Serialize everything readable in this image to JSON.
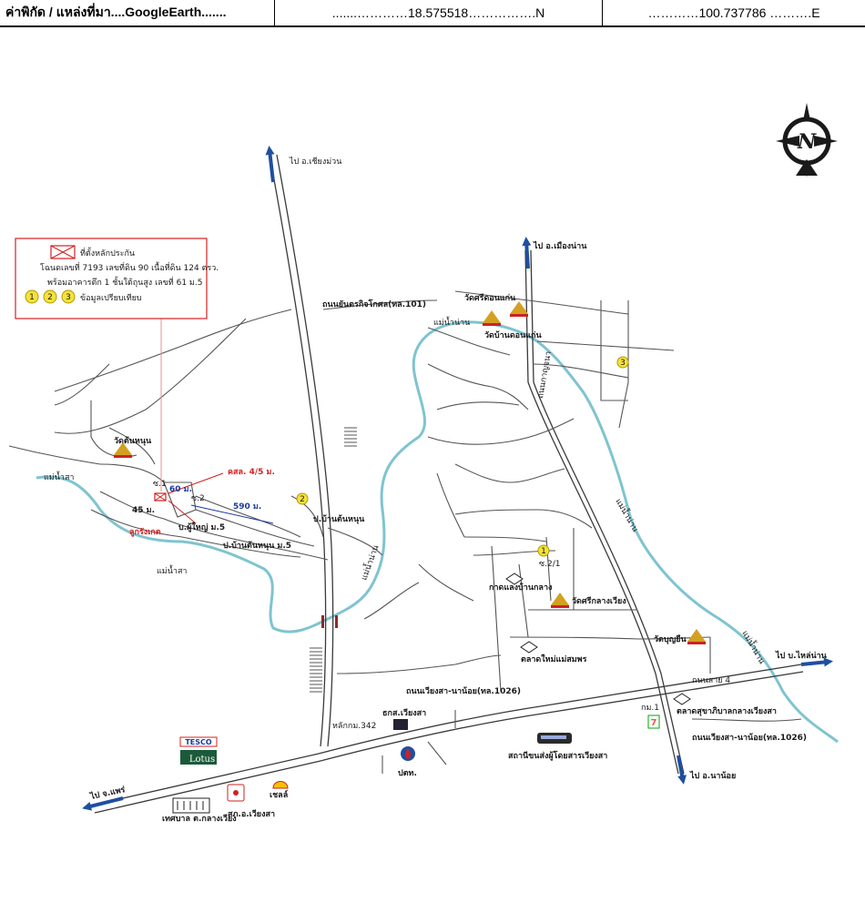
{
  "header": {
    "location_label": "ค่าพิกัด / แหล่งที่มา....GoogleEarth.......",
    "latitude": ".......…………18.575518…………….N",
    "longitude": "…………100.737786 ……….E"
  },
  "legend": {
    "line1": "ที่ตั้งหลักประกัน",
    "line2": "โฉนดเลขที่ 7193 เลขที่ดิน 90 เนื้อที่ดิน 124 ตรว.",
    "line3": "พร้อมอาคารตึก 1 ชั้นใต้ถุนสูง เลขที่ 61 ม.5",
    "line4": "ข้อมูลเปรียบเทียบ",
    "markers": [
      "1",
      "2",
      "3"
    ]
  },
  "compass": {
    "letter": "N"
  },
  "labels": {
    "to_north_top": "ไป อ.เชียงม่วน",
    "to_muang_nan": "ไป อ.เมืองน่าน",
    "to_phrae": "ไป จ.แพร่",
    "to_nanoi": "ไป อ.นาน้อย",
    "to_baan_luang": "ไป บ.ไหล่น่าน",
    "road_101": "ถนนยันตรกิจโกศล(ทล.101)",
    "road_1026": "ถนนเวียงสา-นาน้อย(ทล.1026)",
    "road_1026_b": "ถนนเวียงสา-นาน้อย(ทล.1026)",
    "km342": "หลักกม.342",
    "wat_ton_hun": "วัดต้นหนุน",
    "wat_si_don_kaen": "วัดศรีดอนแก่น",
    "wat_ban_don_kaen": "วัดบ้านดอนแก่น",
    "wat_si_kham": "วัดศรีกลางเวียง",
    "wat_bun_yuen": "วัดบุญยืน",
    "river_1": "แม่น้ำสา",
    "river_2": "แม่น้ำสา",
    "river_3": "แม่น้ำน่าน",
    "river_4": "แม่น้ำน่าน",
    "river_5": "แม่น้ำน่าน",
    "river_6": "แม่น้ำน่าน",
    "ban_ton_hun_m5": "ป.บ้านต้นหนุน ม.5",
    "ban_ton_hun": "ป.บ้านต้นหนุน",
    "phu_yai": "บ.ผู้ใหญ่ ม.5",
    "dist_60": "60 ม.",
    "dist_45": "45 ม.",
    "dist_590": "590 ม.",
    "kasl": "คสล. 4/5 ม.",
    "lung_kat": "ลูกรังเกต",
    "ban_klang": "กาดแลงบ้านกลาง",
    "talad_mai": "ตลาดใหม่แม่สมพร",
    "talad_sukha": "ตลาดสุขาภิบาลกลางเวียงสา",
    "bus_station": "สถานีขนส่งผู้โดยสารเวียงสา",
    "rtk_wiang_sa": "ธกส.เวียงสา",
    "ptt": "ปตท.",
    "shell": "เชลล์",
    "tesban": "เทศบาล ต.กลางเวียง",
    "sk_wiang_sa": "สภ.อ.เวียงสา",
    "kanchana_road": "ถนนกาญจนา",
    "km1": "กม.1",
    "road_4": "ถนนสาย 4",
    "p1": "ซ.1",
    "p2": "ซ.2",
    "p21": "ซ.2/1",
    "tesco_1": "TESCO",
    "tesco_2": "Lotus",
    "seven": "7"
  },
  "colors": {
    "river": "#7fc4d0",
    "road": "#4a4a4a",
    "arrow": "#1e4fa0",
    "legend_border": "#d42020",
    "marker": "#f5e23a",
    "route": "#d42020",
    "distance": "#1a3aa0"
  }
}
